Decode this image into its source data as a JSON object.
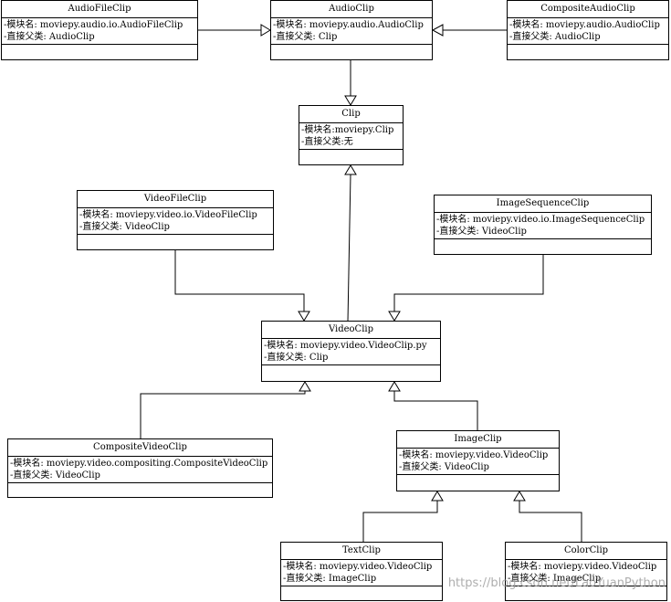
{
  "classes": {
    "audiofileclip": {
      "name": "AudioFileClip",
      "module": "-模块名: moviepy.audio.io.AudioFileClip",
      "parent": "-直接父类: AudioClip"
    },
    "audioclip": {
      "name": "AudioClip",
      "module": "-模块名: moviepy.audio.AudioClip",
      "parent": "-直接父类: Clip"
    },
    "compositeaudioclip": {
      "name": "CompositeAudioClip",
      "module": "-模块名: moviepy.audio.AudioClip",
      "parent": "-直接父类: AudioClip"
    },
    "clip": {
      "name": "Clip",
      "module": "-模块名:moviepy.Clip",
      "parent": "-直接父类:无"
    },
    "videofileclip": {
      "name": "VideoFileClip",
      "module": "-模块名: moviepy.video.io.VideoFileClip",
      "parent": "-直接父类: VideoClip"
    },
    "imagesequenceclip": {
      "name": "ImageSequenceClip",
      "module": "-模块名: moviepy.video.io.ImageSequenceClip",
      "parent": "-直接父类: VideoClip"
    },
    "videoclip": {
      "name": "VideoClip",
      "module": "-模块名: moviepy.video.VideoClip.py",
      "parent": "-直接父类: Clip"
    },
    "compositevideoclip": {
      "name": "CompositeVideoClip",
      "module": "-模块名: moviepy.video.compositing.CompositeVideoClip",
      "parent": "-直接父类: VideoClip"
    },
    "imageclip": {
      "name": "ImageClip",
      "module": "-模块名: moviepy.video.VideoClip",
      "parent": "-直接父类: VideoClip"
    },
    "textclip": {
      "name": "TextClip",
      "module": "-模块名: moviepy.video.VideoClip",
      "parent": "-直接父类: ImageClip"
    },
    "colorclip": {
      "name": "ColorClip",
      "module": "-模块名: moviepy.video.VideoClip",
      "parent": "-直接父类: ImageClip"
    }
  },
  "watermark": "https://blog.csdn.net/LaoYuanPython"
}
